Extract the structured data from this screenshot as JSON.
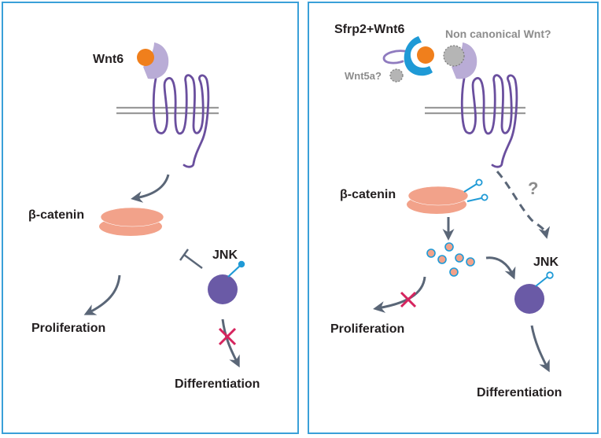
{
  "left_panel": {
    "ligand_label": "Wnt6",
    "beta_catenin_label": "β-catenin",
    "jnk_label": "JNK",
    "proliferation_label": "Proliferation",
    "differentiation_label": "Differentiation"
  },
  "right_panel": {
    "ligand_label": "Sfrp2+Wnt6",
    "noncanonical_label": "Non canonical Wnt?",
    "wnt5a_label": "Wnt5a?",
    "question_label": "?",
    "beta_catenin_label": "β-catenin",
    "jnk_label": "JNK",
    "proliferation_label": "Proliferation",
    "differentiation_label": "Differentiation"
  },
  "colors": {
    "panel_border": "#3aa0d8",
    "receptor": "#6a4f9e",
    "receptor_cap": "#b9acd6",
    "wnt_ligand": "#f07f1c",
    "sfrp2": "#1f9ad6",
    "beta_catenin": "#f2a28a",
    "jnk": "#6a5aa6",
    "arrow": "#5a6677",
    "inhibit_x": "#d6245e",
    "membrane": "#9a9a9a",
    "unknown_gray": "#b5b5b5"
  }
}
